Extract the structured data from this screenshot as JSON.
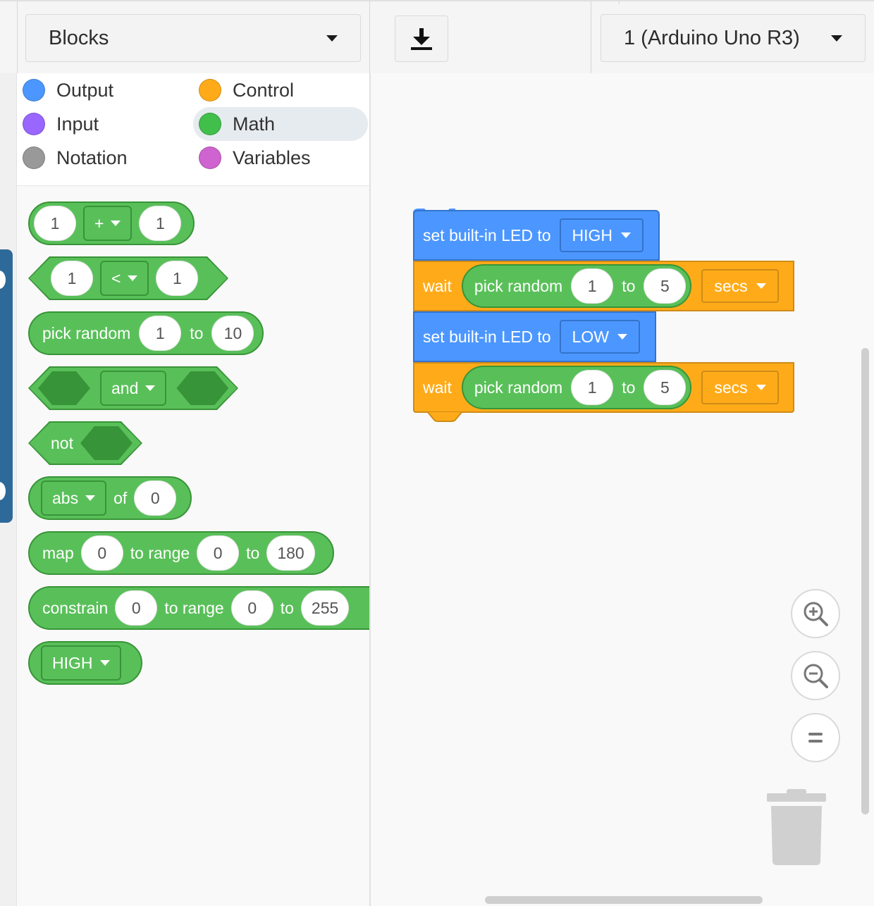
{
  "toolbar": {
    "blocks_dropdown": "Blocks",
    "download_icon": "download-icon",
    "device_dropdown": "1 (Arduino Uno R3)"
  },
  "categories": [
    {
      "label": "Output",
      "color": "#4c97ff"
    },
    {
      "label": "Control",
      "color": "#ffab19"
    },
    {
      "label": "Input",
      "color": "#9966ff"
    },
    {
      "label": "Math",
      "color": "#40bf4a"
    },
    {
      "label": "Notation",
      "color": "#999999"
    },
    {
      "label": "Variables",
      "color": "#cf63cf"
    }
  ],
  "selected_category": "Math",
  "flyout": {
    "add": {
      "a": "1",
      "op": "+",
      "b": "1"
    },
    "compare": {
      "a": "1",
      "op": "<",
      "b": "1"
    },
    "random": {
      "label": "pick random",
      "from": "1",
      "to_label": "to",
      "to": "10"
    },
    "and": {
      "op": "and"
    },
    "not": {
      "label": "not"
    },
    "abs": {
      "op": "abs",
      "of_label": "of",
      "value": "0"
    },
    "map": {
      "label": "map",
      "value": "0",
      "range_label": "to range",
      "from": "0",
      "to_label": "to",
      "to": "180"
    },
    "constrain": {
      "label": "constrain",
      "value": "0",
      "range_label": "to range",
      "from": "0",
      "to_label": "to",
      "to": "255"
    },
    "high": {
      "value": "HIGH"
    }
  },
  "script": {
    "set1": {
      "label": "set built-in LED to",
      "value": "HIGH"
    },
    "wait1": {
      "label": "wait",
      "random_label": "pick random",
      "from": "1",
      "to_label": "to",
      "to": "5",
      "unit": "secs"
    },
    "set2": {
      "label": "set built-in LED to",
      "value": "LOW"
    },
    "wait2": {
      "label": "wait",
      "random_label": "pick random",
      "from": "1",
      "to_label": "to",
      "to": "5",
      "unit": "secs"
    }
  },
  "colors": {
    "output": "#4c97ff",
    "control": "#ffab19",
    "math": "#59c059"
  }
}
